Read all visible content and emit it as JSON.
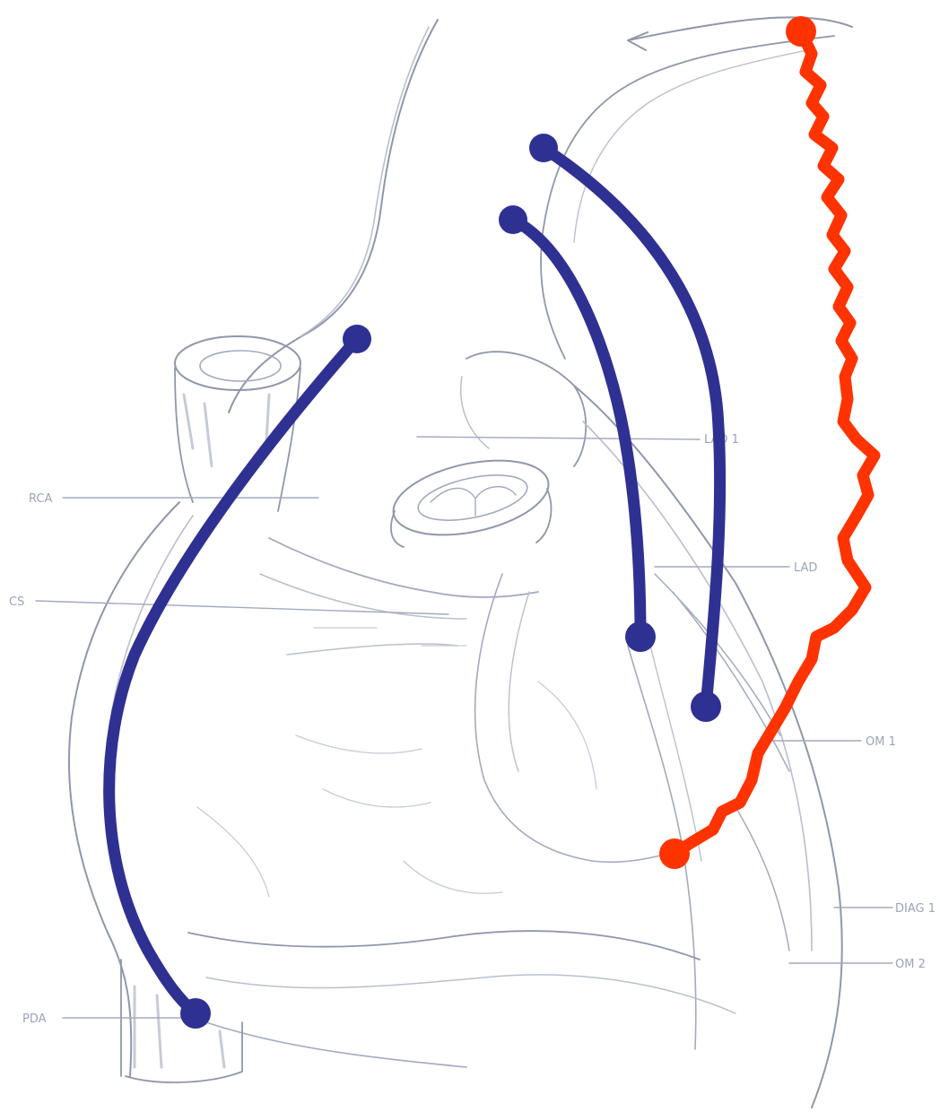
{
  "diagram": {
    "labels": {
      "ra": "RCA",
      "cs": "CS",
      "lad_top": "LAD 1",
      "lad": "LAD",
      "om1": "OM 1",
      "dm": "DIAG 1",
      "om2": "OM 2",
      "pda": "PDA"
    },
    "colors": {
      "background": "#ffffff",
      "sketch_lines": "#8f97ab",
      "sketch_faint": "#b9bfcd",
      "vein_grafts": "#2e3192",
      "arterial_graft": "#ff3300"
    },
    "grafts": [
      {
        "kind": "vein",
        "target": "rca-pda"
      },
      {
        "kind": "vein",
        "target": "lad"
      },
      {
        "kind": "vein",
        "target": "om"
      },
      {
        "kind": "arterial",
        "target": "diag"
      }
    ]
  }
}
